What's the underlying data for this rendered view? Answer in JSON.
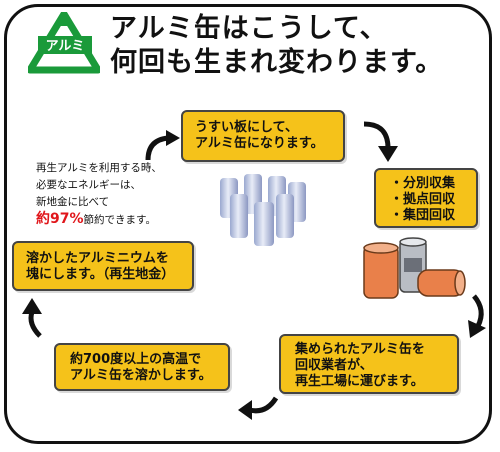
{
  "logo": {
    "text": "アルミ"
  },
  "title": {
    "line1": "アルミ缶はこうして、",
    "line2": "何回も生まれ変わります。"
  },
  "steps": {
    "box1": {
      "line1": "うすい板にして、",
      "line2": "アルミ缶になります。"
    },
    "box2": {
      "line1": "・分別収集",
      "line2": "・拠点回収",
      "line3": "・集団回収"
    },
    "box3": {
      "line1": "集められたアルミ缶を",
      "line2": "回収業者が、",
      "line3": "再生工場に運びます。"
    },
    "box4": {
      "line1": "約700度以上の高温で",
      "line2": "アルミ缶を溶かします。"
    },
    "box5": {
      "line1": "溶かしたアルミニウムを",
      "line2": "塊にします。（再生地金）"
    }
  },
  "info": {
    "line1": "再生アルミを利用する時、",
    "line2": "必要なエネルギーは、",
    "line3": "新地金に比べて",
    "percent": "約97%",
    "suffix": "節約できます。"
  },
  "colors": {
    "box": "#f5c21a",
    "logo_green": "#1a9a3a",
    "accent_red": "#e0161b"
  }
}
